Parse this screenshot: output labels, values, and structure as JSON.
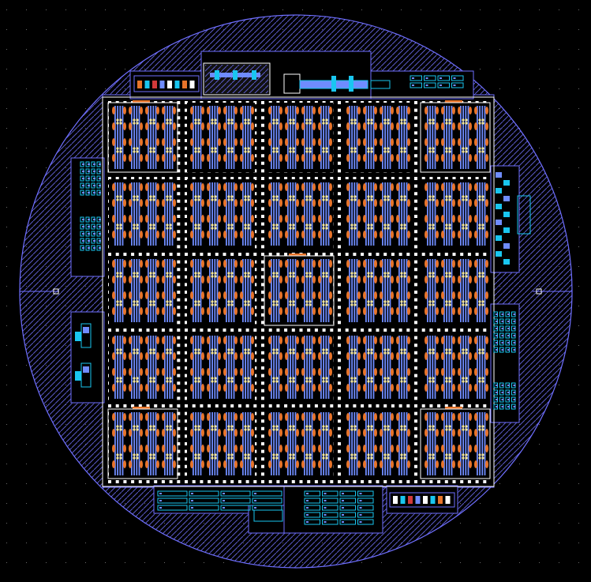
{
  "viewer": {
    "background": "#000000",
    "grid_dot_color": "#6a6a6a"
  },
  "colors": {
    "wafer_outline": "#6f6fff",
    "hatch": "#5a5ac8",
    "chip_outline": "#ffffff",
    "pad": "#ffffff",
    "metal_blue": "#6f8cff",
    "metal_orange": "#e8742a",
    "via_yellow": "#f6e89a",
    "cyan": "#19c6f0",
    "label_red": "#d23a3a"
  },
  "layout": {
    "array_rows": 5,
    "array_cols": 5,
    "top_test_blocks": 4,
    "side_test_blocks": 4,
    "bottom_test_blocks": 4
  }
}
